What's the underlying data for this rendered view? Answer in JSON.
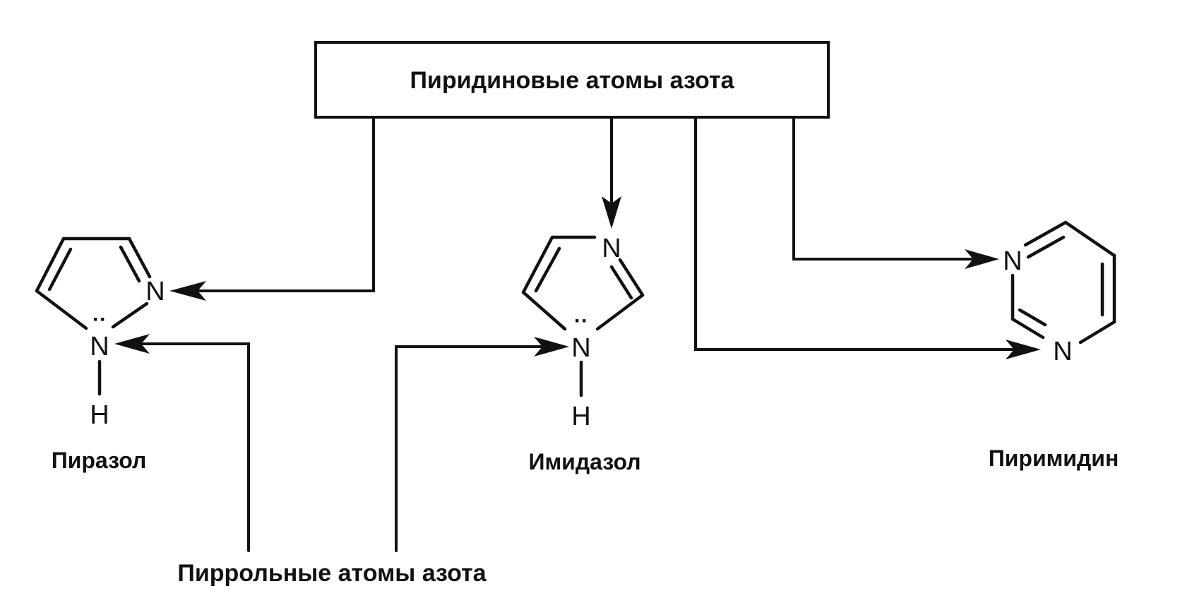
{
  "header_box": {
    "label": "Пиридиновые атомы азота"
  },
  "bottom_label": "Пиррольные атомы азота",
  "molecules": {
    "pyrazole": {
      "name": "Пиразол",
      "atom_n_upper": "N",
      "atom_n_lower": "N",
      "atom_h": "H",
      "lone_pair": "··"
    },
    "imidazole": {
      "name": "Имидазол",
      "atom_n_upper": "N",
      "atom_n_lower": "N",
      "atom_h": "H",
      "lone_pair": "··"
    },
    "pyrimidine": {
      "name": "Пиримидин",
      "atom_n_upper": "N",
      "atom_n_lower": "N"
    }
  },
  "colors": {
    "ink": "#111111",
    "background": "#ffffff"
  }
}
